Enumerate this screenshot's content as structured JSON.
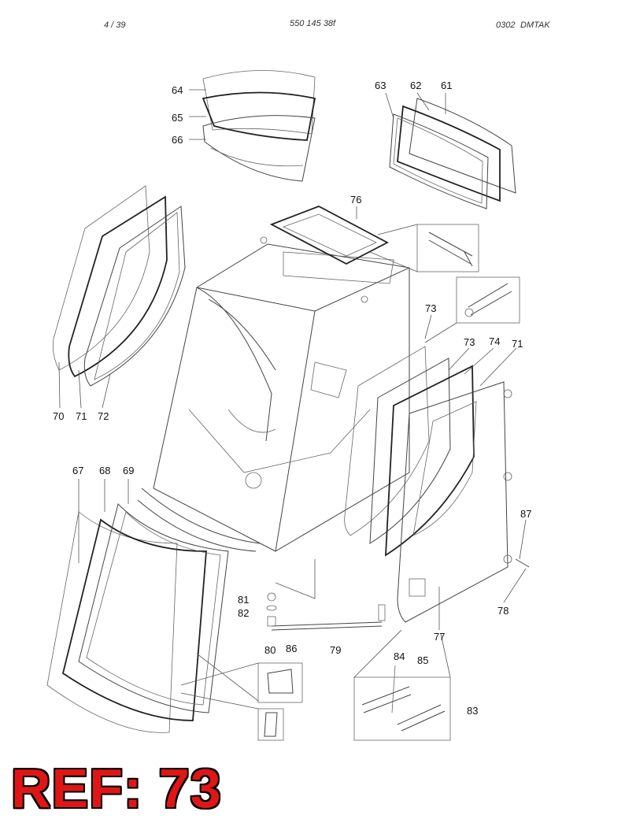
{
  "header": {
    "page": "4 / 39",
    "doc_number": "550 145 38f",
    "code_date": "0302",
    "code": "DMTAK"
  },
  "callouts": [
    "64",
    "65",
    "66",
    "63",
    "62",
    "61",
    "76",
    "73",
    "73",
    "74",
    "71",
    "70",
    "71",
    "72",
    "67",
    "68",
    "69",
    "87",
    "81",
    "82",
    "80",
    "86",
    "79",
    "78",
    "77",
    "84",
    "85",
    "83"
  ],
  "ref": {
    "label": "REF: 73"
  }
}
